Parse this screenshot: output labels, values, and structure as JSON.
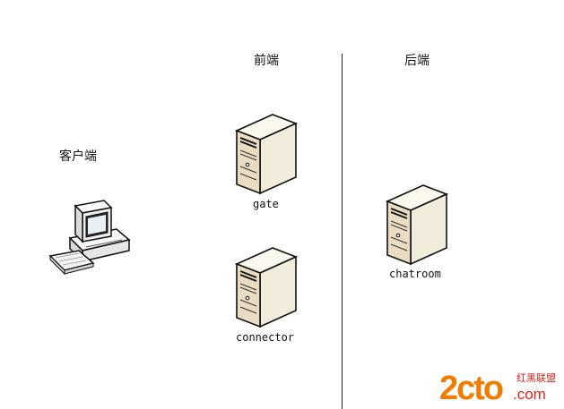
{
  "sections": {
    "client_label": "客户端",
    "frontend_label": "前端",
    "backend_label": "后端"
  },
  "nodes": {
    "client": {
      "icon": "desktop-computer-icon"
    },
    "gate": {
      "label": "gate",
      "icon": "server-icon"
    },
    "connector": {
      "label": "connector",
      "icon": "server-icon"
    },
    "chatroom": {
      "label": "chatroom",
      "icon": "server-icon"
    }
  },
  "watermark": {
    "brand": "2cto",
    "suffix": ".com",
    "tagline": "红黑联盟",
    "colors": {
      "orange": "#f07d00",
      "red": "#e2231a"
    }
  },
  "colors": {
    "server_front": "#ede3cf",
    "server_side": "#f6f1e4",
    "outline": "#111111"
  }
}
